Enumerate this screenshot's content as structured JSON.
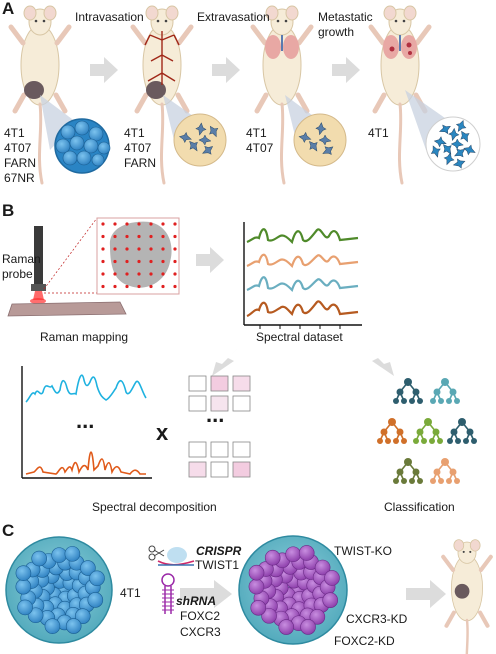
{
  "panelA": {
    "label": "A",
    "steps": [
      "Intravasation",
      "Extravasation",
      "Metastatic\ngrowth"
    ],
    "cell_lines": [
      "4T1\n4T07\nFARN\n67NR",
      "4T1\n4T07\nFARN",
      "4T1\n4T07",
      "4T1"
    ]
  },
  "panelB": {
    "label": "B",
    "raman_probe": "Raman\nprobe",
    "raman_mapping": "Raman mapping",
    "spectral_dataset": "Spectral dataset",
    "ellipsis": "...",
    "times": "x",
    "spectral_decomposition": "Spectral decomposition",
    "classification": "Classification"
  },
  "panelC": {
    "label": "C",
    "parent_line": "4T1",
    "crispr": "CRISPR",
    "crispr_gene": "TWIST1",
    "shrna": "shRNA",
    "shrna_genes": "FOXC2\nCXCR3",
    "twist_ko": "TWIST-KO",
    "cxcr3_kd": "CXCR3-KD",
    "foxc2_kd": "FOXC2-KD"
  },
  "colors": {
    "blue_cell": "#3a8fd0",
    "purple_cell": "#9b4fb8",
    "dish_fill": "#64b8c8",
    "tan_circle": "#f2dcae",
    "spectrum_green": "#4f8a2a",
    "spectrum_orange": "#e8a070",
    "spectrum_teal": "#6aaec0",
    "spectrum_brown": "#b65a20",
    "cyan_spectrum": "#1fb2e0",
    "orange_spectrum": "#e05a1a",
    "arrow_gray": "#dcdcdc"
  }
}
